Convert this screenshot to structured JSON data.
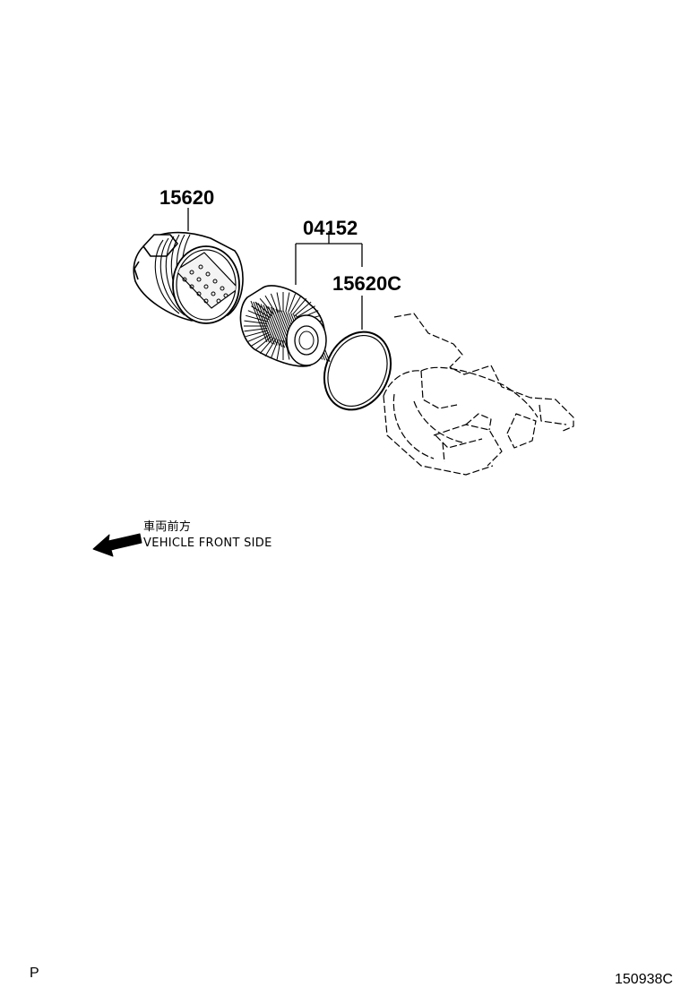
{
  "parts": {
    "housing_cap": "15620",
    "filter_element": "04152",
    "o_ring": "15620C"
  },
  "direction": {
    "label_jp": "車両前方",
    "label_en": "VEHICLE FRONT SIDE"
  },
  "page_letter": "P",
  "figure_id": "150938C"
}
